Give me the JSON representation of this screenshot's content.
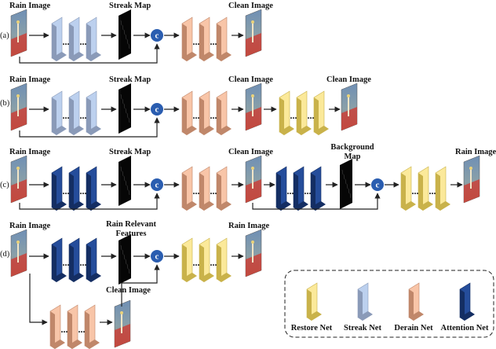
{
  "rows": [
    {
      "letter": "(a)",
      "rain_image": "Rain Image",
      "streak_map": "Streak Map",
      "clean_image": "Clean Image"
    },
    {
      "letter": "(b)",
      "rain_image": "Rain Image",
      "streak_map": "Streak Map",
      "clean_image_1": "Clean Image",
      "clean_image_2": "Clean Image"
    },
    {
      "letter": "(c)",
      "rain_image": "Rain Image",
      "streak_map": "Streak Map",
      "clean_image": "Clean Image",
      "background_map_1": "Background",
      "background_map_2": "Map",
      "rain_image_out": "Rain Image"
    },
    {
      "letter": "(d)",
      "rain_image": "Rain Image",
      "features_1": "Rain Relevant",
      "features_2": "Features",
      "rain_image_out": "Rain Image",
      "clean_image": "Clean Image"
    }
  ],
  "concat_symbol": "c",
  "dots": "...",
  "legend": [
    {
      "label": "Restore Net",
      "color": "#fbe99a"
    },
    {
      "label": "Streak Net",
      "color": "#bcd0ee"
    },
    {
      "label": "Derain Net",
      "color": "#f8c5a8"
    },
    {
      "label": "Attention Net",
      "color": "#254d9b"
    }
  ]
}
